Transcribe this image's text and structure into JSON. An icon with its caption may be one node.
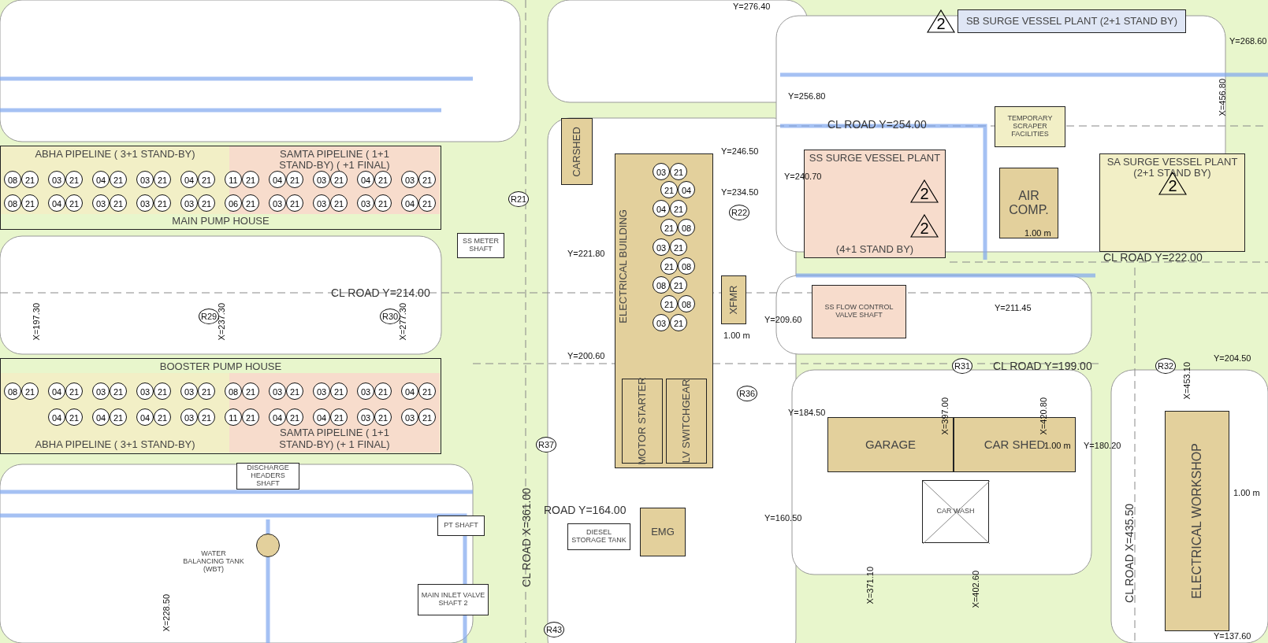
{
  "diagram": {
    "nodes": [
      {
        "text": [
          "MAIN PUMP HOUSE"
        ]
      },
      {
        "text": [
          "ABHA PIPELINE ( 3+1 STAND-BY)"
        ],
        "in": 0
      },
      {
        "text": [
          "SAMTA PIPELINE ( 1+1 STAND-BY) ( +1 FINAL)"
        ],
        "in": 0
      },
      {
        "text": [
          "BOOSTER PUMP HOUSE"
        ]
      },
      {
        "text": [
          "ABHA PIPELINE ( 3+1 STAND-BY)"
        ],
        "in": 3
      },
      {
        "text": [
          "SAMTA PIPELINE ( 1+1 STAND-BY) (+ 1 FINAL)"
        ],
        "in": 3
      },
      {
        "text": [
          "CARSHED"
        ]
      },
      {
        "text": [
          "ELECTRICAL BUILDING"
        ]
      },
      {
        "text": [
          "MOTOR STARTER"
        ],
        "in": 7
      },
      {
        "text": [
          "LV SWITCHGEAR"
        ],
        "in": 7
      },
      {
        "text": [
          "XFMR"
        ]
      },
      {
        "text": [
          "EMG"
        ]
      },
      {
        "text": [
          "DIESEL STORAGE TANK"
        ]
      },
      {
        "text": [
          "SS SURGE VESSEL PLANT",
          "(4+1 STAND BY)"
        ]
      },
      {
        "text": [
          "AIR COMP."
        ]
      },
      {
        "text": [
          "TEMPORARY SCRAPER FACILITIES"
        ]
      },
      {
        "text": [
          "SA SURGE VESSEL PLANT (2+1 STAND BY)"
        ]
      },
      {
        "text": [
          "SB SURGE VESSEL PLANT (2+1 STAND BY)"
        ]
      },
      {
        "text": [
          "GARAGE"
        ]
      },
      {
        "text": [
          "CAR SHED"
        ]
      },
      {
        "text": [
          "CAR WASH"
        ]
      },
      {
        "text": [
          "ELECTRICAL WORKSHOP"
        ]
      },
      {
        "text": [],
        "shape": "circle",
        "beside": [
          "WATER BALANCING TANK (WBT)"
        ]
      },
      {
        "text": [
          "SS METER SHAFT"
        ]
      },
      {
        "text": [
          "DISCHARGE HEADERS SHAFT"
        ]
      },
      {
        "text": [
          "PT SHAFT"
        ]
      },
      {
        "text": [
          "MAIN INLET VALVE SHAFT 2"
        ]
      },
      {
        "text": [
          "SS FLOW CONTROL VALVE SHAFT"
        ]
      }
    ],
    "labels": [
      "CL ROAD Y=214.00",
      "CL ROAD Y=199.00",
      "CL ROAD Y=222.00",
      "CL ROAD Y=254.00",
      "CL ROAD X=361.00",
      "CL ROAD X=435.50",
      "ROAD Y=164.00",
      "Y=276.40",
      "Y=256.80",
      "Y=246.50",
      "Y=240.70",
      "Y=234.50",
      "Y=221.80",
      "Y=209.60",
      "Y=211.45",
      "Y=200.60",
      "Y=204.50",
      "Y=184.50",
      "Y=180.20",
      "Y=160.50",
      "Y=137.60",
      "Y=268.60",
      "X=197.30",
      "X=237.30",
      "X=277.30",
      "X=397.00",
      "X=420.80",
      "X=371.10",
      "X=402.60",
      "X=453.10",
      "X=456.80",
      "X=228.50",
      "1.00 m",
      "1.00 m",
      "1.00 m",
      "1.00 m",
      "R29",
      "R30",
      "R21",
      "R22",
      "R31",
      "R32",
      "R36",
      "R37",
      "R43",
      "2",
      "2",
      "2",
      "2",
      "08",
      "21",
      "03",
      "21",
      "04",
      "21",
      "03",
      "21",
      "04",
      "21",
      "11",
      "21",
      "04",
      "21",
      "03",
      "21",
      "04",
      "21",
      "03",
      "21",
      "08",
      "21",
      "04",
      "21",
      "03",
      "21",
      "03",
      "21",
      "03",
      "21",
      "06",
      "21",
      "03",
      "21",
      "03",
      "21",
      "03",
      "21",
      "04",
      "21",
      "08",
      "21",
      "04",
      "21",
      "03",
      "21",
      "03",
      "21",
      "03",
      "21",
      "08",
      "21",
      "03",
      "21",
      "03",
      "21",
      "03",
      "21",
      "04",
      "21",
      "04",
      "21",
      "04",
      "21",
      "04",
      "21",
      "03",
      "21",
      "11",
      "21",
      "04",
      "21",
      "04",
      "21",
      "03",
      "21",
      "03",
      "21",
      "03",
      "21",
      "21",
      "04",
      "04",
      "21",
      "21",
      "08",
      "03",
      "21",
      "21",
      "08",
      "08",
      "21",
      "21",
      "08",
      "03",
      "21"
    ]
  }
}
